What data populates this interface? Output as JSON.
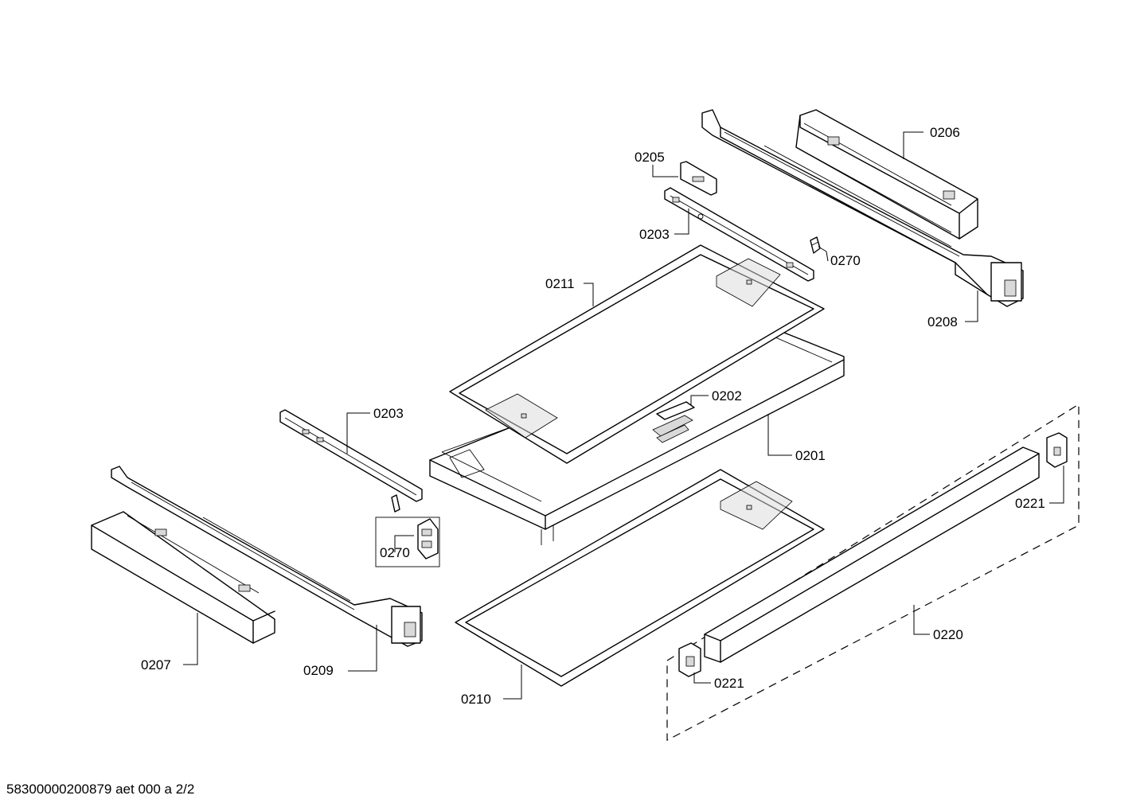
{
  "footer": "58300000200879 aet 000 a 2/2",
  "callouts": {
    "c0201": "0201",
    "c0202": "0202",
    "c0203a": "0203",
    "c0203b": "0203",
    "c0205": "0205",
    "c0206": "0206",
    "c0207": "0207",
    "c0208": "0208",
    "c0209": "0209",
    "c0210": "0210",
    "c0211": "0211",
    "c0220": "0220",
    "c0221a": "0221",
    "c0221b": "0221",
    "c0270a": "0270",
    "c0270b": "0270"
  }
}
